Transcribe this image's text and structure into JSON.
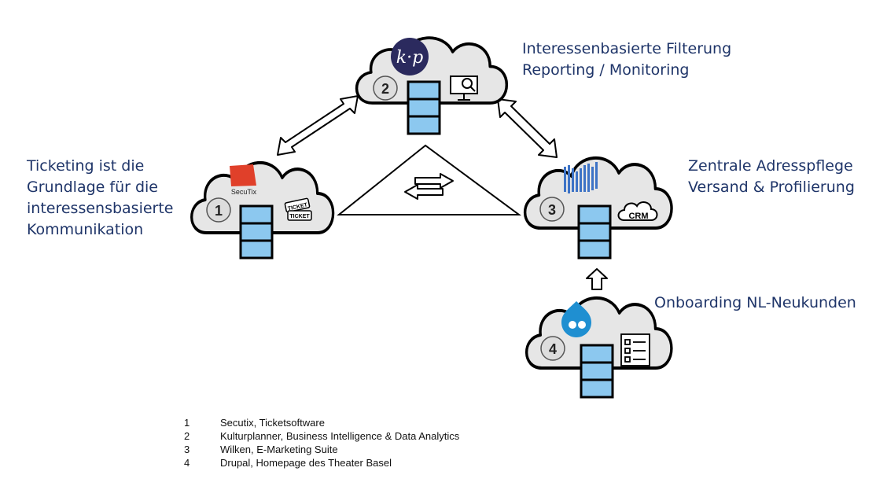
{
  "nodes": [
    {
      "id": 1,
      "number": "1",
      "logo_text": "SecuTix",
      "badge": "TICKET",
      "badge2": "TICKET"
    },
    {
      "id": 2,
      "number": "2",
      "logo_text": "k·p"
    },
    {
      "id": 3,
      "number": "3",
      "badge": "CRM"
    },
    {
      "id": 4,
      "number": "4"
    }
  ],
  "labels": {
    "left": [
      "Ticketing ist die",
      "Grundlage für die",
      "interessensbasierte",
      "Kommunikation"
    ],
    "top_right": [
      "Interessenbasierte Filterung",
      "Reporting / Monitoring"
    ],
    "right": [
      "Zentrale Adresspflege",
      "Versand & Profilierung"
    ],
    "bottom_right": [
      "Onboarding NL-Neukunden"
    ]
  },
  "legend": [
    {
      "num": "1",
      "text": "Secutix,  Ticketsoftware"
    },
    {
      "num": "2",
      "text": "Kulturplanner, Business Intelligence & Data Analytics"
    },
    {
      "num": "3",
      "text": "Wilken, E-Marketing Suite"
    },
    {
      "num": "4",
      "text": "Drupal, Homepage des Theater Basel"
    }
  ],
  "colors": {
    "text": "#1f3569",
    "cloud_fill": "#e6e6e6",
    "db_fill": "#8cc8ef",
    "secutix": "#e0402a",
    "kp": "#2b2a5e",
    "wilken": "#3d73c6",
    "drupal": "#1f8fd1"
  },
  "icons": [
    "monitor-search-icon",
    "ticket-icon",
    "crm-cloud-icon",
    "checklist-icon",
    "drupal-icon",
    "secutix-logo",
    "kp-logo",
    "wilken-logo"
  ]
}
